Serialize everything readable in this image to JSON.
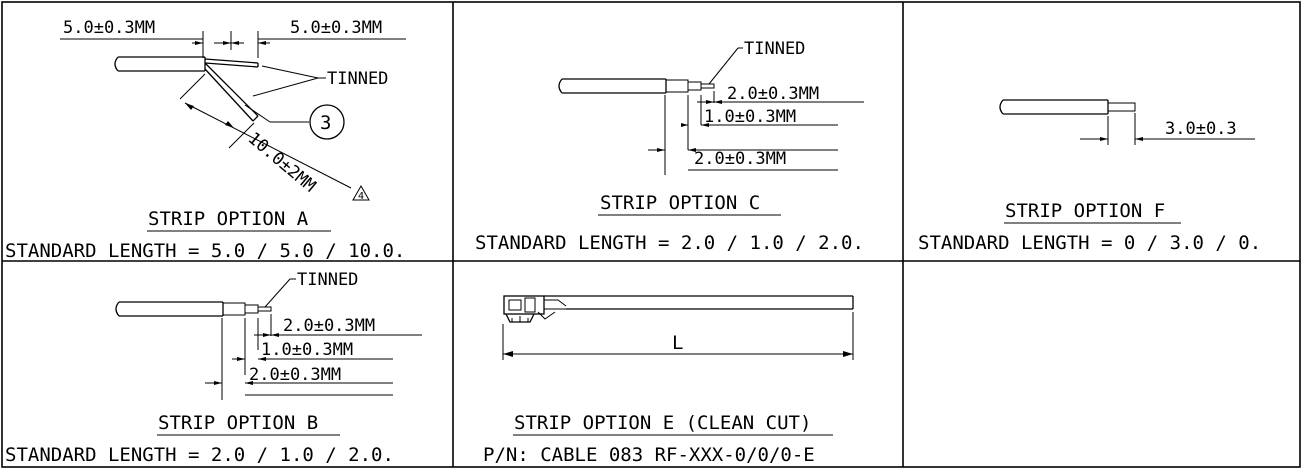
{
  "panels": {
    "a": {
      "dim_left": "5.0±0.3MM",
      "dim_right": "5.0±0.3MM",
      "tinned": "TINNED",
      "callout_number": "3",
      "dim_diagonal": "10.0±2MM",
      "revision_marker": "4",
      "title": "STRIP OPTION A",
      "standard": "STANDARD LENGTH = 5.0 / 5.0 / 10.0."
    },
    "c": {
      "tinned": "TINNED",
      "dim_1": "2.0±0.3MM",
      "dim_2": "1.0±0.3MM",
      "dim_3": "2.0±0.3MM",
      "title": "STRIP OPTION C",
      "standard": "STANDARD LENGTH = 2.0 / 1.0 / 2.0."
    },
    "f": {
      "dim_1": "3.0±0.3",
      "title": "STRIP OPTION F",
      "standard": "STANDARD LENGTH = 0 / 3.0 / 0."
    },
    "b": {
      "tinned": "TINNED",
      "dim_1": "2.0±0.3MM",
      "dim_2": "1.0±0.3MM",
      "dim_3": "2.0±0.3MM",
      "title": "STRIP OPTION B",
      "standard": "STANDARD LENGTH = 2.0 / 1.0 / 2.0."
    },
    "e": {
      "length_label": "L",
      "title": "STRIP OPTION E (CLEAN CUT)",
      "part_number": "P/N: CABLE 083 RF-XXX-0/0/0-E"
    }
  }
}
